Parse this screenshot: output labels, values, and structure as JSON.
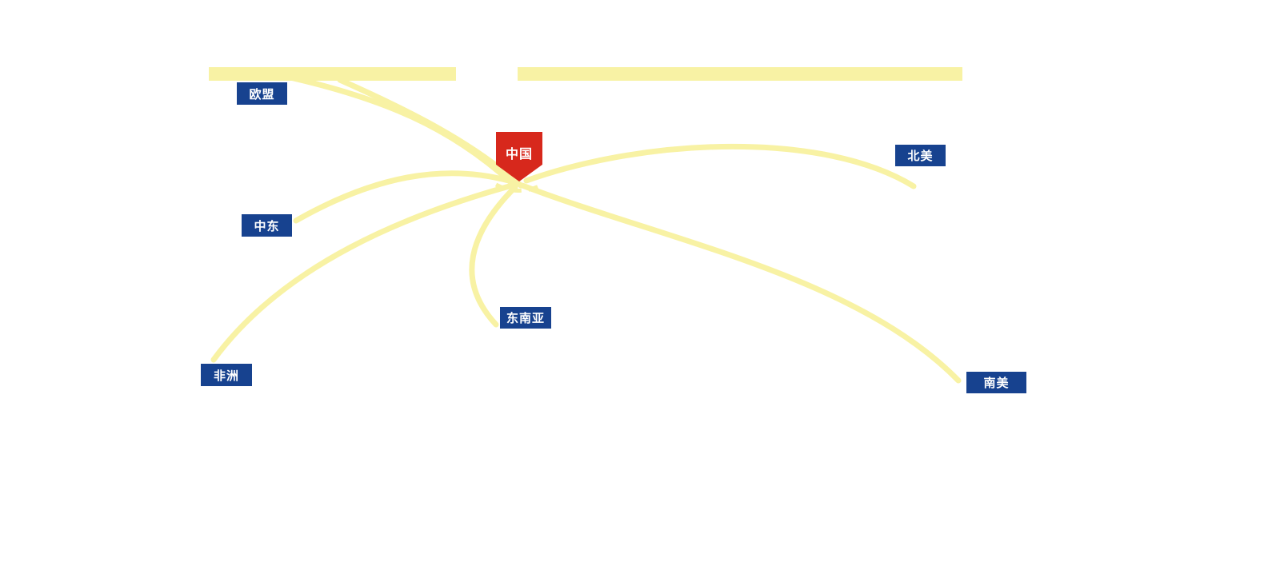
{
  "diagram": {
    "type": "radial-route-map",
    "center": {
      "label": "中国"
    },
    "regions": [
      {
        "id": "eu",
        "label": "欧盟"
      },
      {
        "id": "north-america",
        "label": "北美"
      },
      {
        "id": "middle-east",
        "label": "中东"
      },
      {
        "id": "southeast-asia",
        "label": "东南亚"
      },
      {
        "id": "africa",
        "label": "非洲"
      },
      {
        "id": "south-america",
        "label": "南美"
      }
    ],
    "colors": {
      "route": "#F8F2A4",
      "label_bg": "#17428F",
      "label_text": "#FFFFFF",
      "center_bg": "#D7281C",
      "center_text": "#FFFFFF"
    }
  }
}
